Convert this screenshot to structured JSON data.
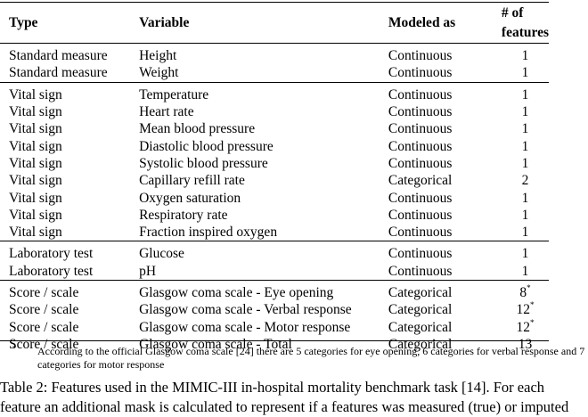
{
  "table": {
    "headers": [
      "Type",
      "Variable",
      "Modeled as",
      "# of features"
    ],
    "groups": [
      [
        {
          "type": "Standard measure",
          "variable": "Height",
          "modeled": "Continuous",
          "features": "1",
          "mark": ""
        },
        {
          "type": "Standard measure",
          "variable": "Weight",
          "modeled": "Continuous",
          "features": "1",
          "mark": ""
        }
      ],
      [
        {
          "type": "Vital sign",
          "variable": "Temperature",
          "modeled": "Continuous",
          "features": "1",
          "mark": ""
        },
        {
          "type": "Vital sign",
          "variable": "Heart rate",
          "modeled": "Continuous",
          "features": "1",
          "mark": ""
        },
        {
          "type": "Vital sign",
          "variable": "Mean blood pressure",
          "modeled": "Continuous",
          "features": "1",
          "mark": ""
        },
        {
          "type": "Vital sign",
          "variable": "Diastolic blood pressure",
          "modeled": "Continuous",
          "features": "1",
          "mark": ""
        },
        {
          "type": "Vital sign",
          "variable": "Systolic blood pressure",
          "modeled": "Continuous",
          "features": "1",
          "mark": ""
        },
        {
          "type": "Vital sign",
          "variable": "Capillary refill rate",
          "modeled": "Categorical",
          "features": "2",
          "mark": ""
        },
        {
          "type": "Vital sign",
          "variable": "Oxygen saturation",
          "modeled": "Continuous",
          "features": "1",
          "mark": ""
        },
        {
          "type": "Vital sign",
          "variable": "Respiratory rate",
          "modeled": "Continuous",
          "features": "1",
          "mark": ""
        },
        {
          "type": "Vital sign",
          "variable": "Fraction inspired oxygen",
          "modeled": "Continuous",
          "features": "1",
          "mark": ""
        }
      ],
      [
        {
          "type": "Laboratory test",
          "variable": "Glucose",
          "modeled": "Continuous",
          "features": "1",
          "mark": ""
        },
        {
          "type": "Laboratory test",
          "variable": "pH",
          "modeled": "Continuous",
          "features": "1",
          "mark": ""
        }
      ],
      [
        {
          "type": "Score / scale",
          "variable": "Glasgow coma scale - Eye opening",
          "modeled": "Categorical",
          "features": "8",
          "mark": "*"
        },
        {
          "type": "Score / scale",
          "variable": "Glasgow coma scale - Verbal response",
          "modeled": "Categorical",
          "features": "12",
          "mark": "*"
        },
        {
          "type": "Score / scale",
          "variable": "Glasgow coma scale - Motor response",
          "modeled": "Categorical",
          "features": "12",
          "mark": "*"
        },
        {
          "type": "Score / scale",
          "variable": "Glasgow coma scale - Total",
          "modeled": "Categorical",
          "features": "13",
          "mark": ""
        }
      ]
    ]
  },
  "footnote": {
    "mark": "*",
    "line1": "According to the official Glasgow coma scale [24] there are 5 categories for eye opening, 6 categories for verbal response and 7",
    "line2": "categories for motor response"
  },
  "caption": {
    "line1": "Table 2: Features used in the MIMIC-III in-hospital mortality benchmark task [14]. For each",
    "line2": "feature an additional mask is calculated to represent if a features was measured (true) or imputed"
  }
}
